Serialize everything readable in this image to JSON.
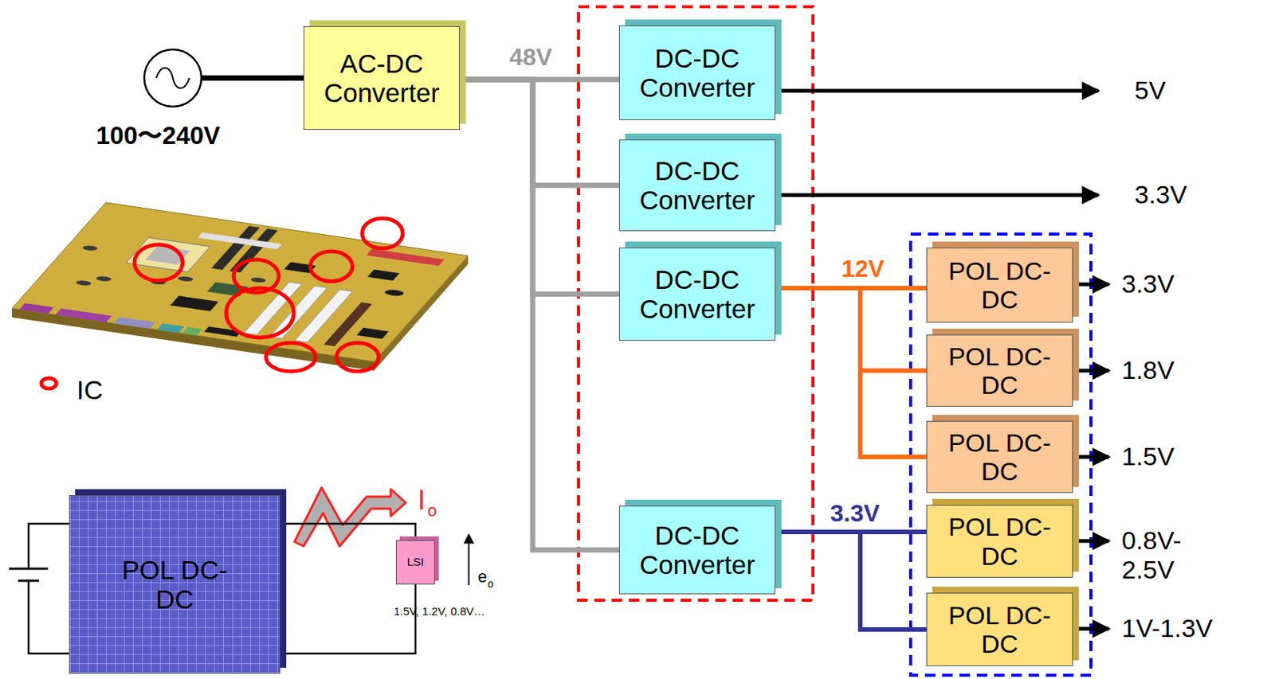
{
  "diagram": {
    "nodes": [
      {
        "text": [
          "AC-DC Converter"
        ]
      },
      {
        "text": [
          "DC-DC Converter"
        ]
      },
      {
        "text": [
          "DC-DC Converter"
        ]
      },
      {
        "text": [
          "DC-DC Converter"
        ]
      },
      {
        "text": [
          "DC-DC Converter"
        ]
      },
      {
        "text": [
          "POL DC-DC"
        ]
      },
      {
        "text": [
          "POL DC-DC"
        ]
      },
      {
        "text": [
          "POL DC-DC"
        ]
      },
      {
        "text": [
          "POL DC-DC"
        ]
      },
      {
        "text": [
          "POL DC-DC"
        ]
      },
      {
        "text": [
          "POL DC-DC"
        ]
      },
      {
        "text": [
          "LSI"
        ]
      }
    ],
    "edges": [
      {
        "from": 0,
        "to": 1,
        "arrow": "none",
        "label": "48V"
      },
      {
        "from": 0,
        "to": 2,
        "arrow": "none"
      },
      {
        "from": 0,
        "to": 3,
        "arrow": "none"
      },
      {
        "from": 0,
        "to": 4,
        "arrow": "none"
      },
      {
        "from": 3,
        "to": 5,
        "arrow": "none",
        "label": "12V"
      },
      {
        "from": 3,
        "to": 6,
        "arrow": "none"
      },
      {
        "from": 3,
        "to": 7,
        "arrow": "none"
      },
      {
        "from": 4,
        "to": 8,
        "arrow": "none",
        "label": "3.3V"
      },
      {
        "from": 4,
        "to": 9,
        "arrow": "none"
      },
      {
        "from": 10,
        "to": 11,
        "arrow": "none"
      }
    ],
    "labels": [
      "100〜240V",
      "5V",
      "3.3V",
      "3.3V",
      "1.8V",
      "1.5V",
      "0.8V- 2.5V",
      "1V-1.3V",
      "I",
      "o",
      "e",
      "o",
      "1.5V, 1.2V, 0.8V…"
    ],
    "legend": [
      {
        "text": "IC"
      }
    ]
  }
}
